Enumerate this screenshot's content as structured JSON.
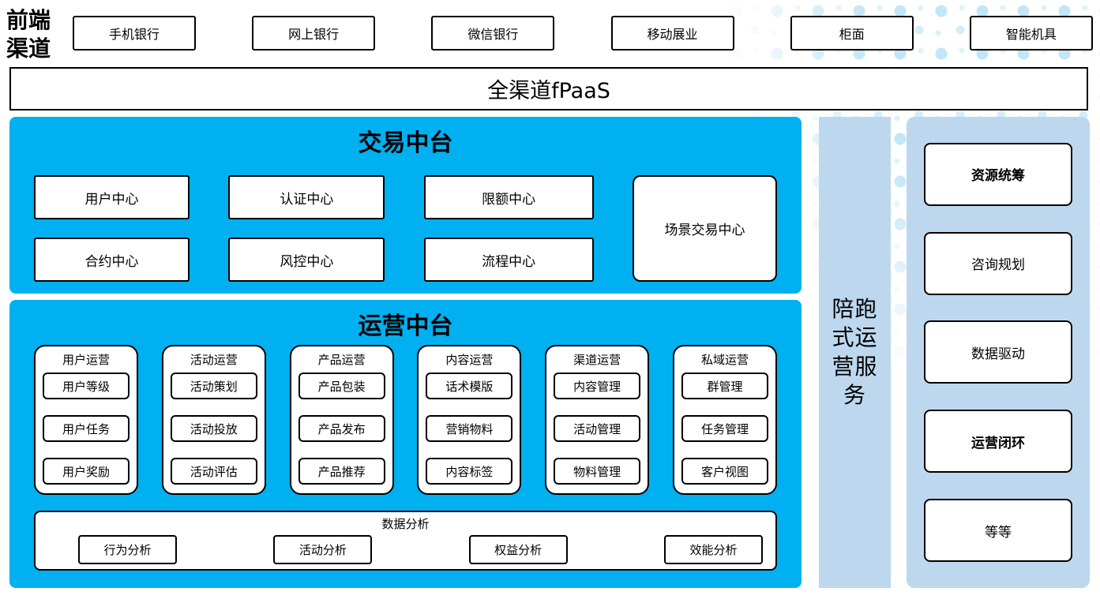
{
  "header": {
    "front_channel_label": "前端渠道",
    "channels": [
      "手机银行",
      "网上银行",
      "微信银行",
      "移动展业",
      "柜面",
      "智能机具"
    ],
    "fpaas_label": "全渠道fPaaS"
  },
  "transaction_platform": {
    "title": "交易中台",
    "centers": [
      "用户中心",
      "认证中心",
      "限额中心",
      "合约中心",
      "风控中心",
      "流程中心"
    ],
    "scenario_center": "场景交易中心"
  },
  "operation_platform": {
    "title": "运营中台",
    "groups": [
      {
        "title": "用户运营",
        "items": [
          "用户等级",
          "用户任务",
          "用户奖励"
        ]
      },
      {
        "title": "活动运营",
        "items": [
          "活动策划",
          "活动投放",
          "活动评估"
        ]
      },
      {
        "title": "产品运营",
        "items": [
          "产品包装",
          "产品发布",
          "产品推荐"
        ]
      },
      {
        "title": "内容运营",
        "items": [
          "话术模版",
          "营销物料",
          "内容标签"
        ]
      },
      {
        "title": "渠道运营",
        "items": [
          "内容管理",
          "活动管理",
          "物料管理"
        ]
      },
      {
        "title": "私域运营",
        "items": [
          "群管理",
          "任务管理",
          "客户视图"
        ]
      }
    ],
    "data_analysis": {
      "title": "数据分析",
      "items": [
        "行为分析",
        "活动分析",
        "权益分析",
        "效能分析"
      ]
    }
  },
  "side_service": {
    "label": "陪跑式运营服务"
  },
  "service_items": [
    {
      "label": "资源统筹",
      "bold": true
    },
    {
      "label": "咨询规划",
      "bold": false
    },
    {
      "label": "数据驱动",
      "bold": false
    },
    {
      "label": "运营闭环",
      "bold": true
    },
    {
      "label": "等等",
      "bold": false
    }
  ],
  "colors": {
    "platform_cyan": "#00b0f0",
    "service_light_blue": "#bdd7ee",
    "dot_blue": "#c2e6f7",
    "border_black": "#000000"
  }
}
